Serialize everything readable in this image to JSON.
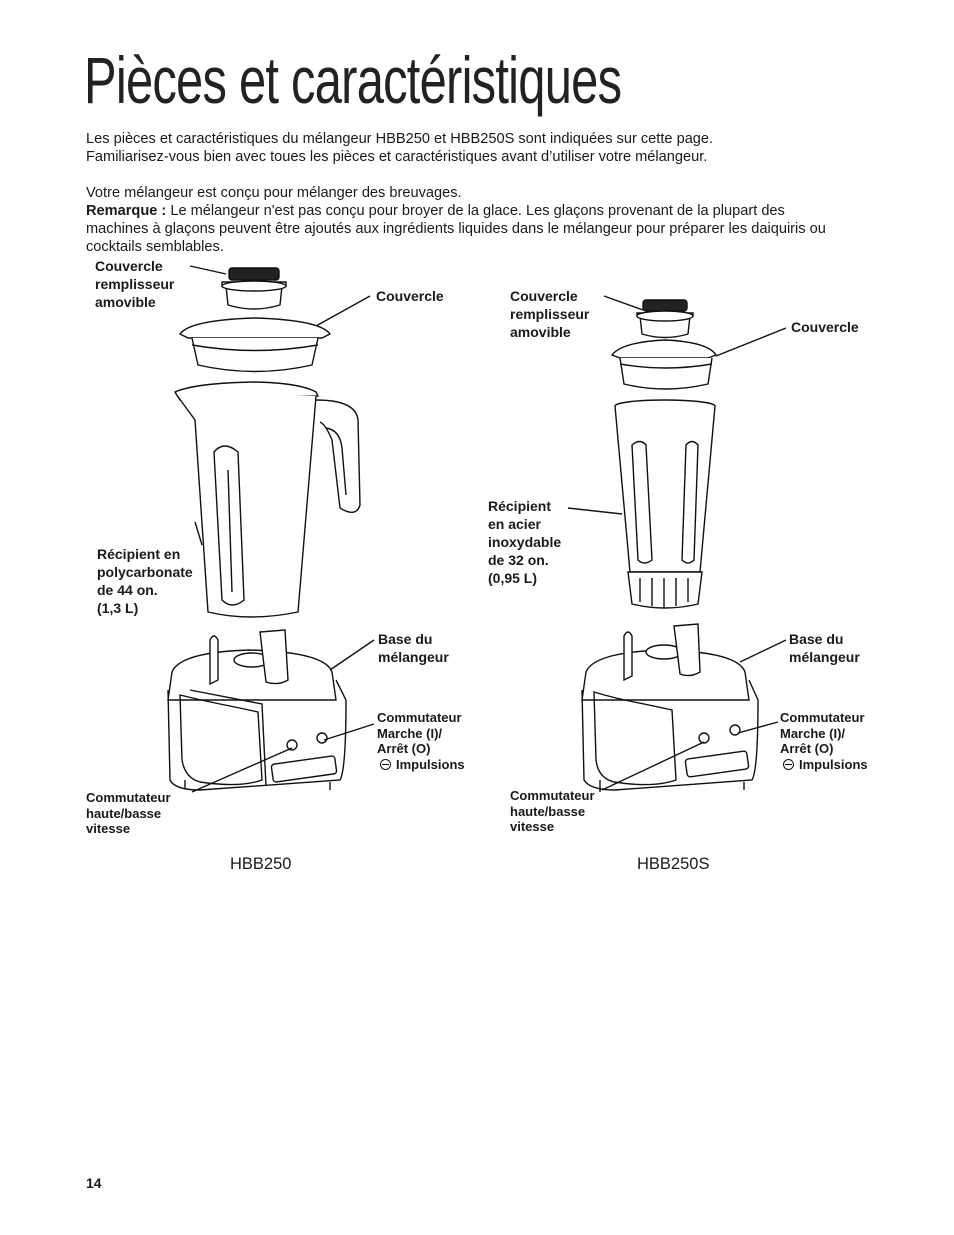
{
  "page": {
    "title": "Pièces et caractéristiques",
    "intro_line1": "Les pièces et caractéristiques du mélangeur HBB250 et HBB250S sont indiquées sur cette page.",
    "intro_line2": "Familiarisez-vous bien avec toues les pièces et caractéristiques avant d’utiliser votre mélangeur.",
    "intro_line3": "Votre mélangeur est conçu pour mélanger des breuvages.",
    "note_label": "Remarque :",
    "note_text": " Le mélangeur n'est pas conçu pour broyer de la glace. Les glaçons provenant de la plupart des machines à glaçons peuvent être ajoutés aux ingrédients liquides dans le mélangeur pour préparer les daiquiris ou cocktails semblables.",
    "page_number": "14"
  },
  "left_diagram": {
    "model": "HBB250",
    "filler_cap": "Couvercle\nremplisseur\namovible",
    "lid": "Couvercle",
    "container": "Récipient en\npolycarbonate\nde 44 on.\n(1,3 L)",
    "base": "Base du\nmélangeur",
    "power_switch": "Commutateur\nMarche (I)/\nArrêt (O)",
    "pulse": "Impulsions",
    "speed_switch": "Commutateur\nhaute/basse\nvitesse"
  },
  "right_diagram": {
    "model": "HBB250S",
    "filler_cap": "Couvercle\nremplisseur\namovible",
    "lid": "Couvercle",
    "container": "Récipient\nen acier\ninoxydable\nde 32 on.\n(0,95 L)",
    "base": "Base du\nmélangeur",
    "power_switch": "Commutateur\nMarche (I)/\nArrêt (O)",
    "pulse": "Impulsions",
    "speed_switch": "Commutateur\nhaute/basse\nvitesse"
  },
  "icons": {
    "pulse": "pulse-icon",
    "left_illustration": "blender-illustration",
    "right_illustration": "blender-illustration"
  }
}
